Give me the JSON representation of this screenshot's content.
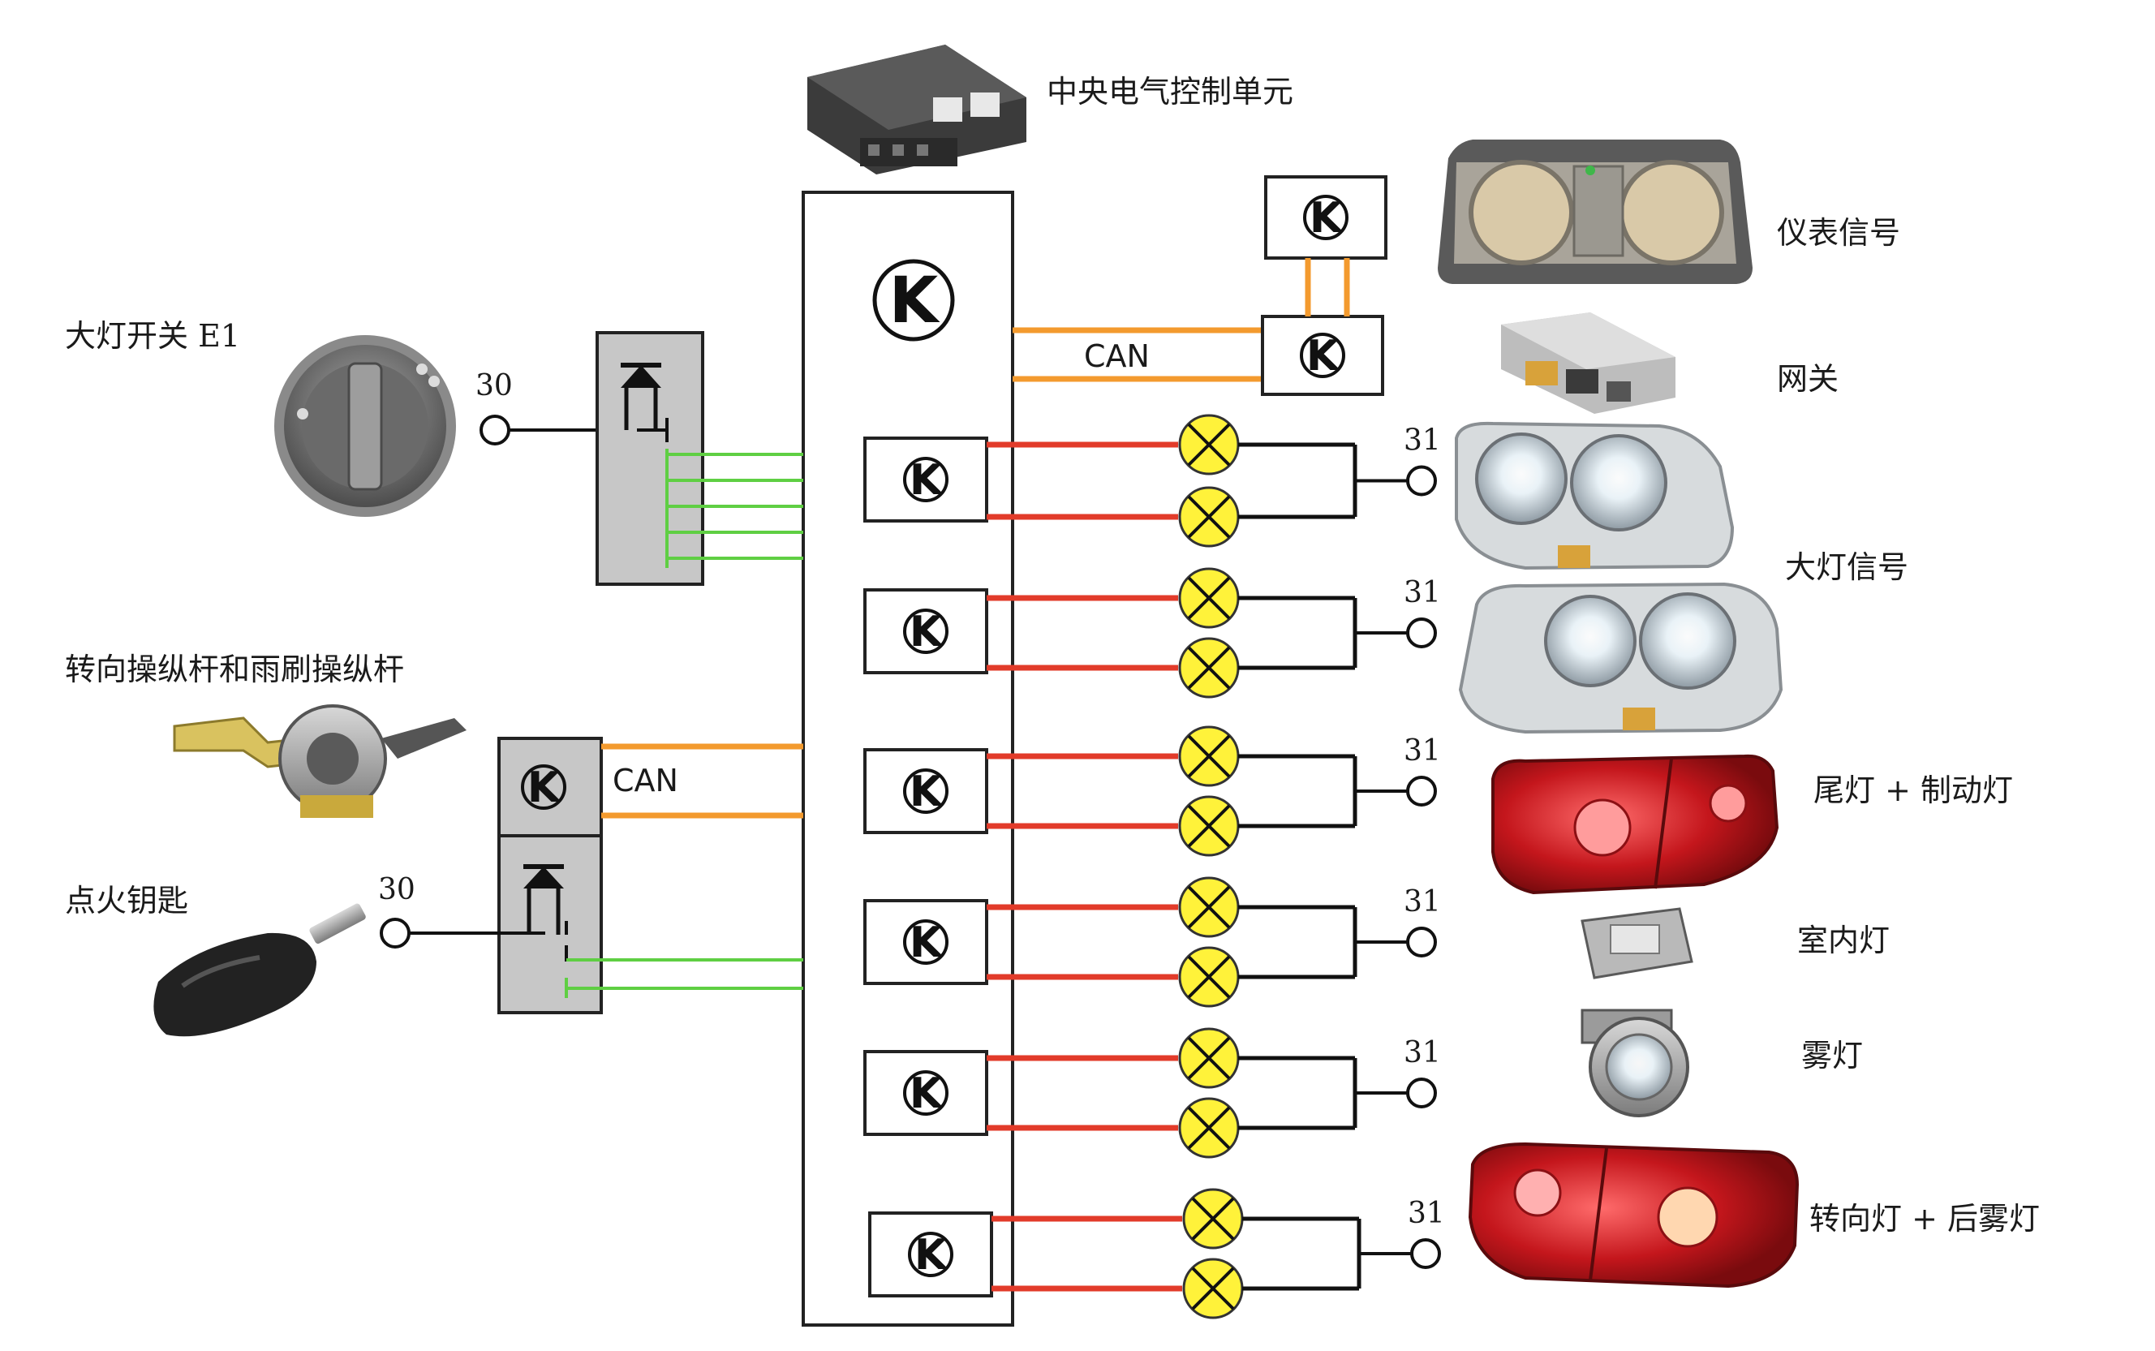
{
  "labels": {
    "bcm": "中央电气控制单元",
    "headlight_switch": "大灯开关 E1",
    "stalks": "转向操纵杆和雨刷操纵杆",
    "ignition_key": "点火钥匙",
    "instrument": "仪表信号",
    "gateway": "网关",
    "headlight": "大灯信号",
    "tail_brake": "尾灯 + 制动灯",
    "interior": "室内灯",
    "fog": "雾灯",
    "turn_rear_fog": "转向灯 + 后雾灯"
  },
  "bus": {
    "can_top": "CAN",
    "can_left": "CAN"
  },
  "terminals": {
    "t30_a": "30",
    "t30_b": "30",
    "t31": "31"
  },
  "control_symbol": "K",
  "colors": {
    "can_wire": "#f39a2e",
    "power_wire": "#e23b2a",
    "signal_wire": "#5fcf43",
    "ground_wire": "#111111",
    "lamp_fill": "#fff23a",
    "module_fill": "#c7c7c7",
    "tail_red": "#c4161c"
  },
  "icons": [
    "bcm-module-icon",
    "headlight-switch-icon",
    "stalk-assembly-icon",
    "car-key-icon",
    "instrument-cluster-icon",
    "gateway-module-icon",
    "headlight-icon",
    "tail-light-icon",
    "interior-light-icon",
    "fog-light-icon",
    "turn-rear-fog-light-icon"
  ]
}
